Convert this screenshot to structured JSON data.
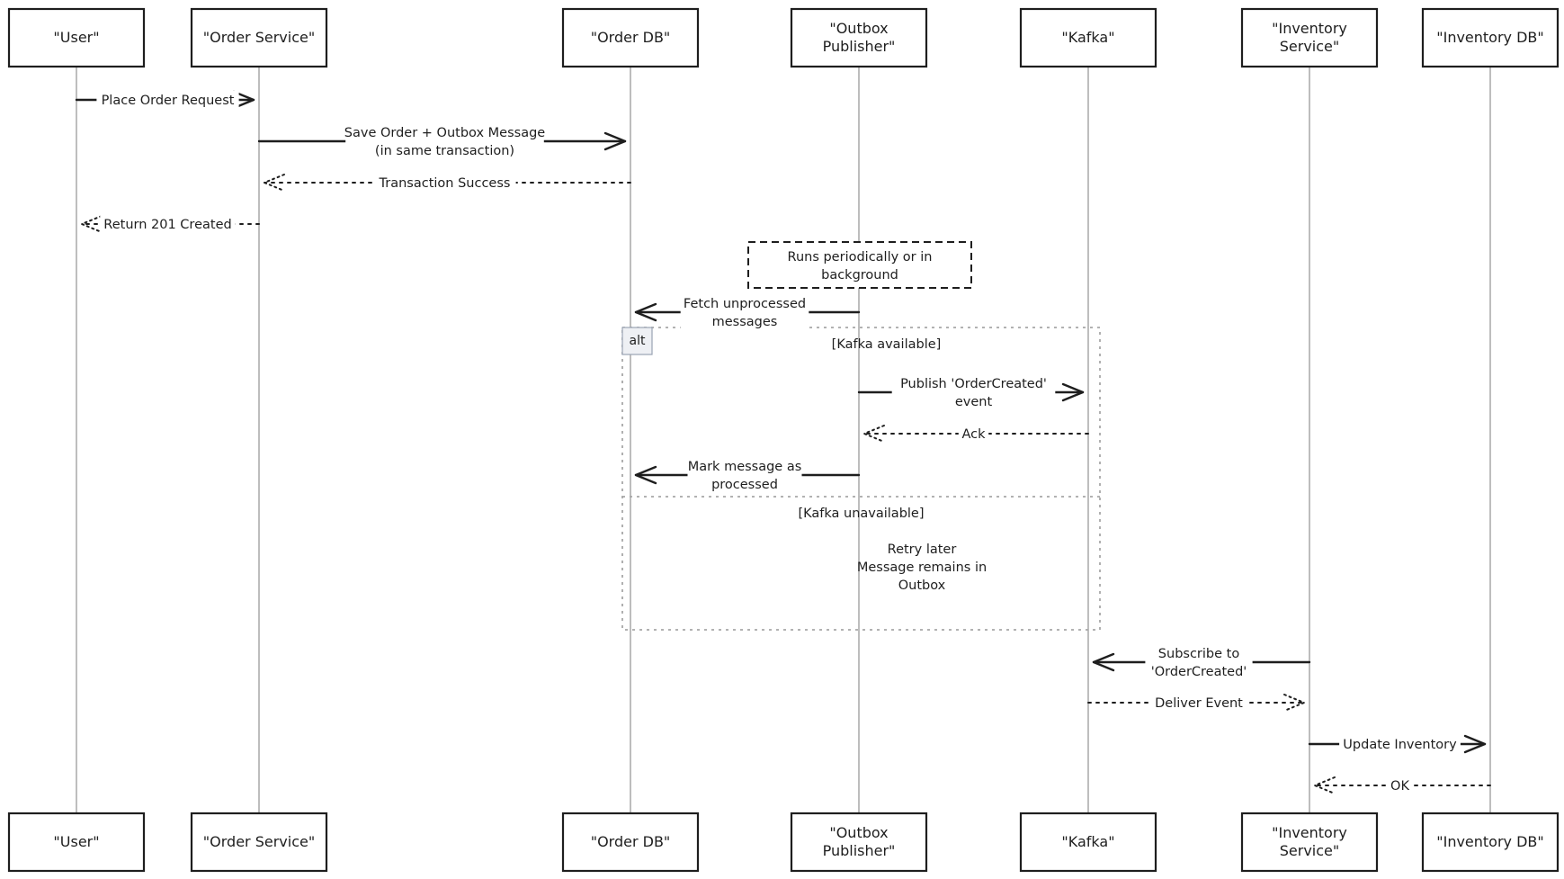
{
  "participants": [
    {
      "id": "user",
      "label": "\"User\""
    },
    {
      "id": "order_service",
      "label": "\"Order Service\""
    },
    {
      "id": "order_db",
      "label": "\"Order DB\""
    },
    {
      "id": "outbox_publisher",
      "label": "\"Outbox Publisher\""
    },
    {
      "id": "kafka",
      "label": "\"Kafka\""
    },
    {
      "id": "inventory_service",
      "label": "\"Inventory Service\""
    },
    {
      "id": "inventory_db",
      "label": "\"Inventory DB\""
    }
  ],
  "messages": [
    {
      "from": "user",
      "to": "order_service",
      "style": "solid",
      "label": [
        "Place Order Request"
      ]
    },
    {
      "from": "order_service",
      "to": "order_db",
      "style": "solid",
      "label": [
        "Save Order + Outbox Message",
        "(in same transaction)"
      ]
    },
    {
      "from": "order_db",
      "to": "order_service",
      "style": "dotted",
      "label": [
        "Transaction Success"
      ]
    },
    {
      "from": "order_service",
      "to": "user",
      "style": "dotted",
      "label": [
        "Return 201 Created"
      ]
    },
    {
      "from": "outbox_publisher",
      "to": "order_db",
      "style": "solid",
      "label": [
        "Fetch unprocessed",
        "messages"
      ]
    },
    {
      "from": "outbox_publisher",
      "to": "kafka",
      "style": "solid",
      "label": [
        "Publish 'OrderCreated'",
        "event"
      ]
    },
    {
      "from": "kafka",
      "to": "outbox_publisher",
      "style": "dotted",
      "label": [
        "Ack"
      ]
    },
    {
      "from": "outbox_publisher",
      "to": "order_db",
      "style": "solid",
      "label": [
        "Mark message as",
        "processed"
      ]
    },
    {
      "from": "inventory_service",
      "to": "kafka",
      "style": "solid",
      "label": [
        "Subscribe to",
        "'OrderCreated'"
      ]
    },
    {
      "from": "kafka",
      "to": "inventory_service",
      "style": "dotted",
      "label": [
        "Deliver Event"
      ]
    },
    {
      "from": "inventory_service",
      "to": "inventory_db",
      "style": "solid",
      "label": [
        "Update Inventory"
      ]
    },
    {
      "from": "inventory_db",
      "to": "inventory_service",
      "style": "dotted",
      "label": [
        "OK"
      ]
    }
  ],
  "note": {
    "over": "outbox_publisher",
    "label": [
      "Runs periodically or in",
      "background"
    ]
  },
  "alt_frame": {
    "tag": "alt",
    "sections": [
      {
        "condition": "[Kafka available]"
      },
      {
        "condition": "[Kafka unavailable]",
        "note": [
          "Retry later",
          "Message remains in",
          "Outbox"
        ]
      }
    ]
  }
}
